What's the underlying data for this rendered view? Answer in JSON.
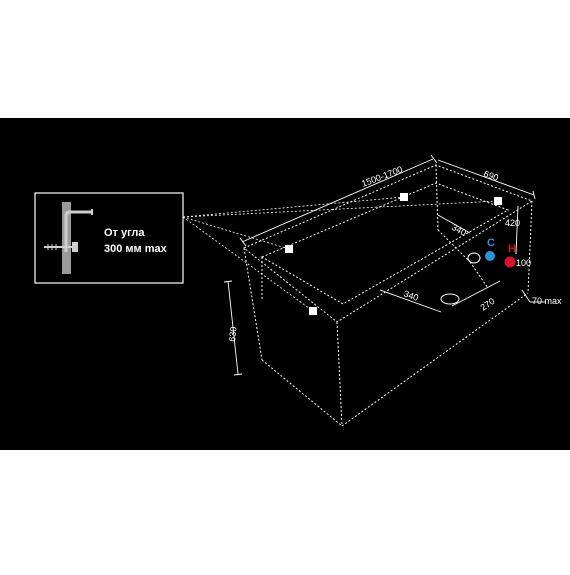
{
  "dimensions": {
    "length": "1500-1700",
    "width": "690",
    "height": "630",
    "drain_from_side": "340",
    "drain_from_back": "270",
    "overflow_from_side": "340",
    "tap_height": "420",
    "tap_spacing": "100",
    "foot_height": "70 max"
  },
  "mount_note": {
    "line1": "От угла",
    "line2": "300 мм max"
  },
  "taps": {
    "cold_label": "C",
    "hot_label": "H"
  },
  "colors": {
    "background_band": "#000000",
    "page": "#ffffff",
    "lines": "#ffffff",
    "cold": "#2a93d5",
    "hot": "#d8122c"
  }
}
